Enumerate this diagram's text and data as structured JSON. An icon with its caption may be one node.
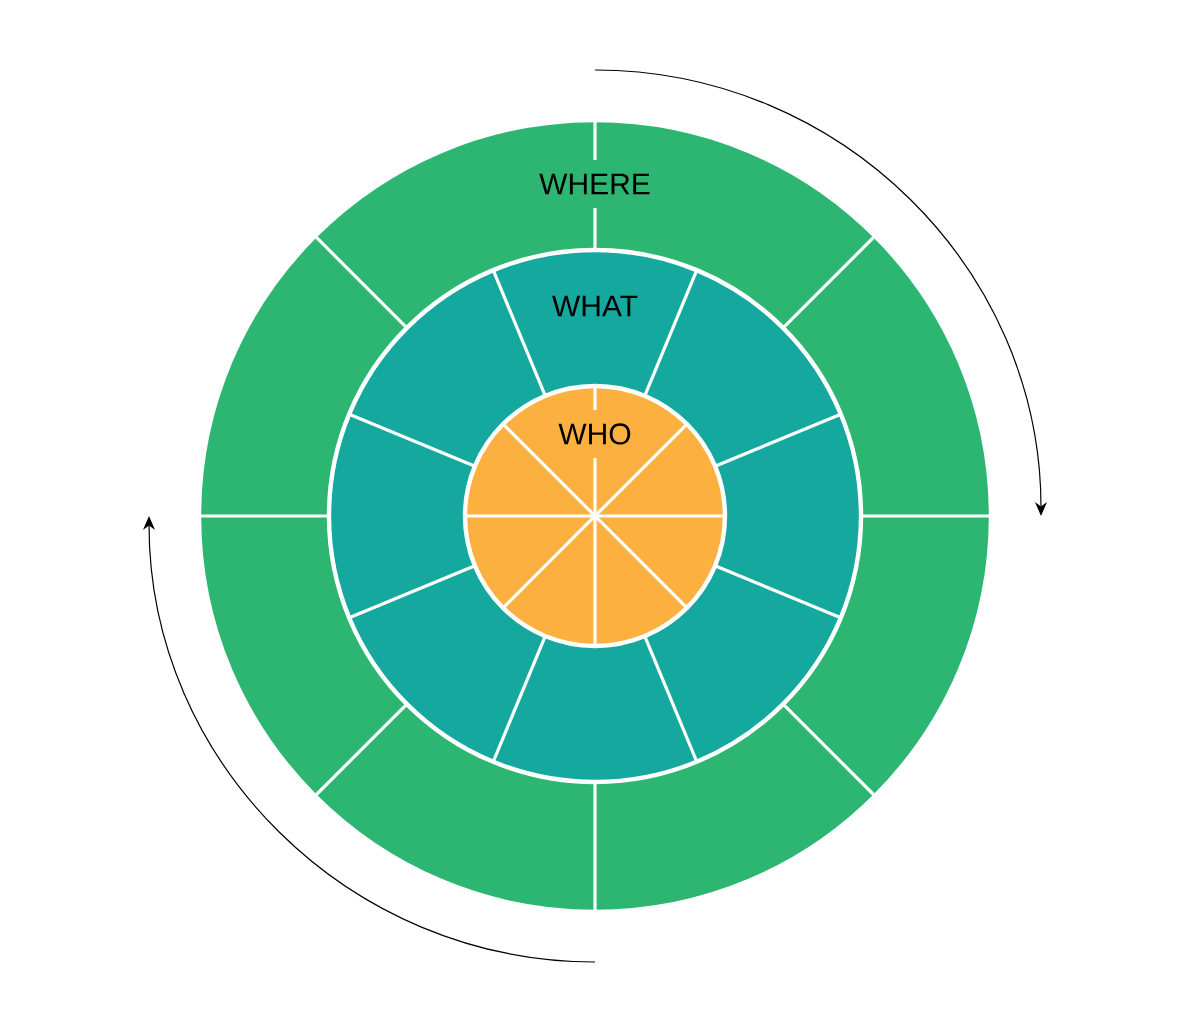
{
  "diagram": {
    "nodes": [
      {
        "text": [
          "WHERE"
        ]
      },
      {
        "text": [
          "WHAT"
        ],
        "in": 0
      },
      {
        "text": [
          "WHO"
        ],
        "in": 1
      }
    ]
  }
}
